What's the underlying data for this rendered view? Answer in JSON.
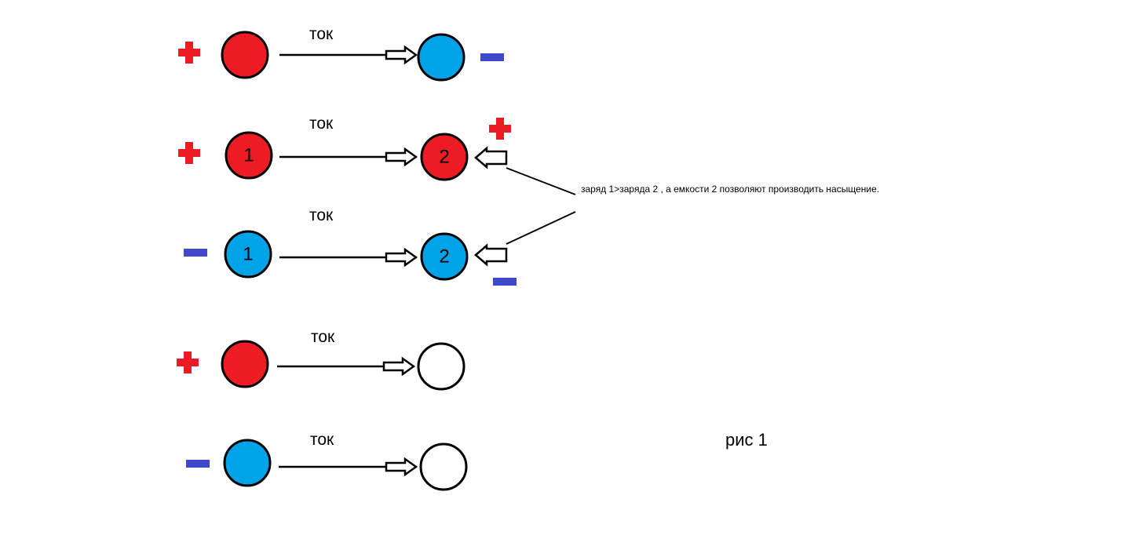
{
  "colors": {
    "positive": "#ed1c24",
    "negative": "#00a2e8",
    "neutral": "#ffffff",
    "sign_plus": "#ed1c24",
    "sign_minus": "#3f48cc",
    "stroke": "#000000"
  },
  "rows": [
    {
      "sign": "plus",
      "current_label": "ток",
      "source": {
        "color": "positive",
        "label": ""
      },
      "target": {
        "color": "negative",
        "label": ""
      },
      "target_sign": "minus"
    },
    {
      "sign": "plus",
      "current_label": "ток",
      "source": {
        "color": "positive",
        "label": "1"
      },
      "target": {
        "color": "positive",
        "label": "2"
      },
      "target_sign": "plus"
    },
    {
      "sign": "minus",
      "current_label": "ток",
      "source": {
        "color": "negative",
        "label": "1"
      },
      "target": {
        "color": "negative",
        "label": "2"
      },
      "target_sign": "minus"
    },
    {
      "sign": "plus",
      "current_label": "ток",
      "source": {
        "color": "positive",
        "label": ""
      },
      "target": {
        "color": "neutral",
        "label": ""
      },
      "target_sign": ""
    },
    {
      "sign": "minus",
      "current_label": "ток",
      "source": {
        "color": "negative",
        "label": ""
      },
      "target": {
        "color": "neutral",
        "label": ""
      },
      "target_sign": ""
    }
  ],
  "annotation": "заряд 1>заряда 2  , а емкости 2  позволяют производить  насыщение.",
  "caption": "рис 1"
}
